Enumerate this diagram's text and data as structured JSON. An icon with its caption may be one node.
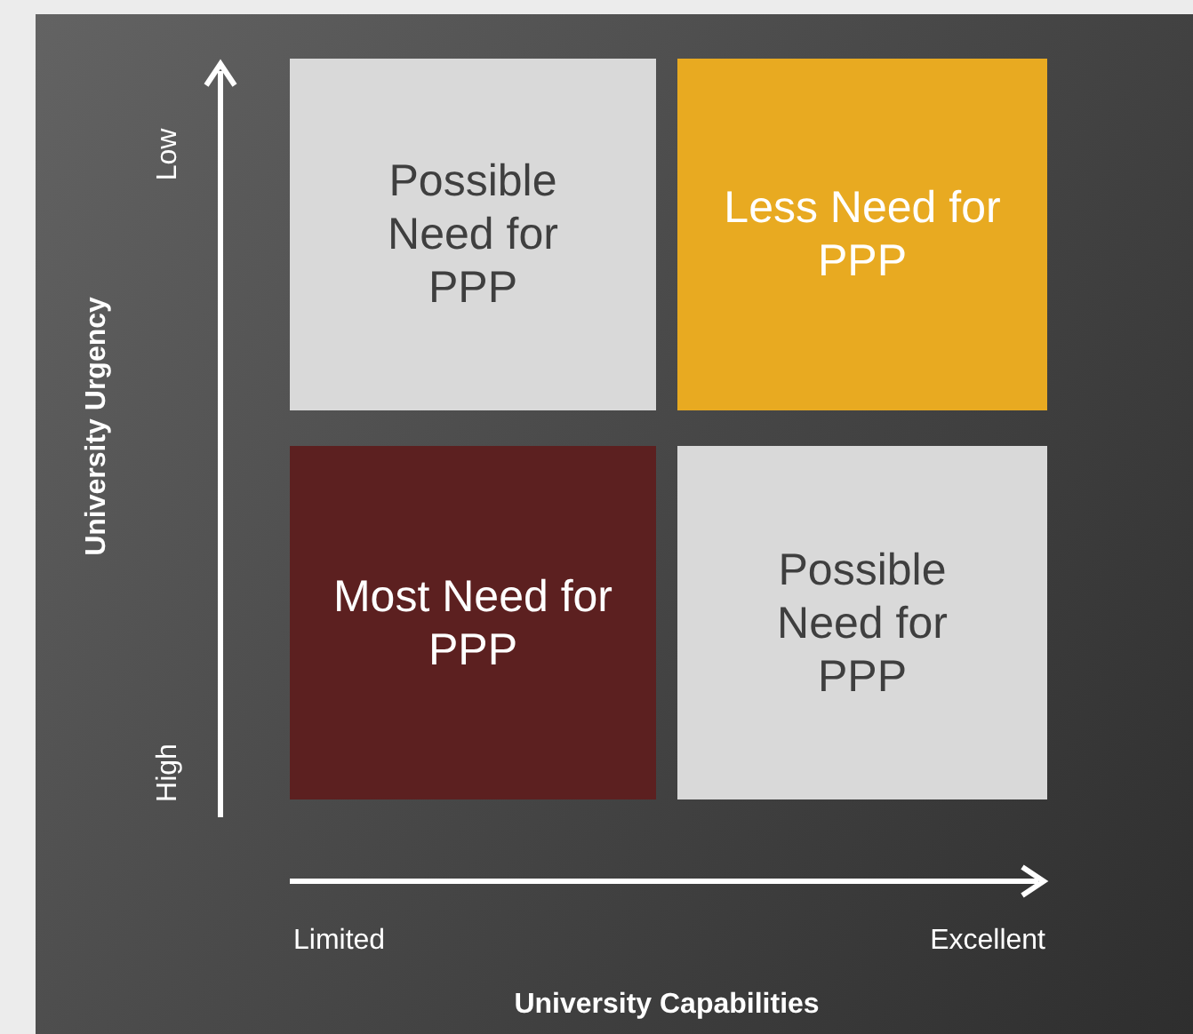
{
  "diagram": {
    "nodes": [
      {
        "text": [
          "Possible Need for PPP"
        ]
      },
      {
        "text": [
          "Less Need for PPP"
        ]
      },
      {
        "text": [
          "Most Need for PPP"
        ]
      },
      {
        "text": [
          "Possible Need for PPP"
        ]
      }
    ],
    "labels": [
      "Low",
      "University Urgency",
      "High",
      "Limited",
      "Excellent",
      "University Capabilities"
    ]
  }
}
